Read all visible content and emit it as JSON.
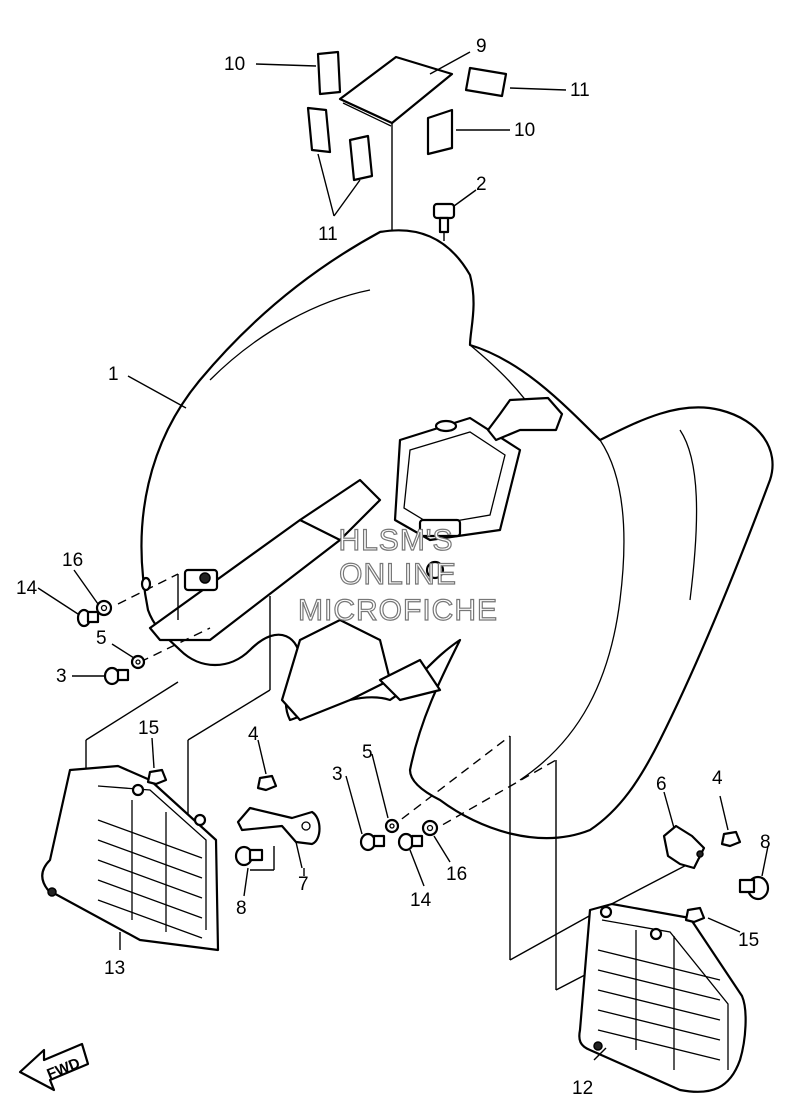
{
  "watermark": {
    "line1": "HLSM'S",
    "line2": "ONLINE",
    "line3": "MICROFICHE"
  },
  "direction_arrow": {
    "label": "FWD"
  },
  "callouts": [
    {
      "id": "c1",
      "text": "1"
    },
    {
      "id": "c2",
      "text": "2"
    },
    {
      "id": "c3a",
      "text": "3"
    },
    {
      "id": "c3b",
      "text": "3"
    },
    {
      "id": "c4a",
      "text": "4"
    },
    {
      "id": "c4b",
      "text": "4"
    },
    {
      "id": "c5a",
      "text": "5"
    },
    {
      "id": "c5b",
      "text": "5"
    },
    {
      "id": "c6",
      "text": "6"
    },
    {
      "id": "c7",
      "text": "7"
    },
    {
      "id": "c8a",
      "text": "8"
    },
    {
      "id": "c8b",
      "text": "8"
    },
    {
      "id": "c9",
      "text": "9"
    },
    {
      "id": "c10a",
      "text": "10"
    },
    {
      "id": "c10b",
      "text": "10"
    },
    {
      "id": "c11a",
      "text": "11"
    },
    {
      "id": "c11b",
      "text": "11"
    },
    {
      "id": "c12",
      "text": "12"
    },
    {
      "id": "c13",
      "text": "13"
    },
    {
      "id": "c14a",
      "text": "14"
    },
    {
      "id": "c14b",
      "text": "14"
    },
    {
      "id": "c15a",
      "text": "15"
    },
    {
      "id": "c15b",
      "text": "15"
    },
    {
      "id": "c16a",
      "text": "16"
    },
    {
      "id": "c16b",
      "text": "16"
    }
  ]
}
